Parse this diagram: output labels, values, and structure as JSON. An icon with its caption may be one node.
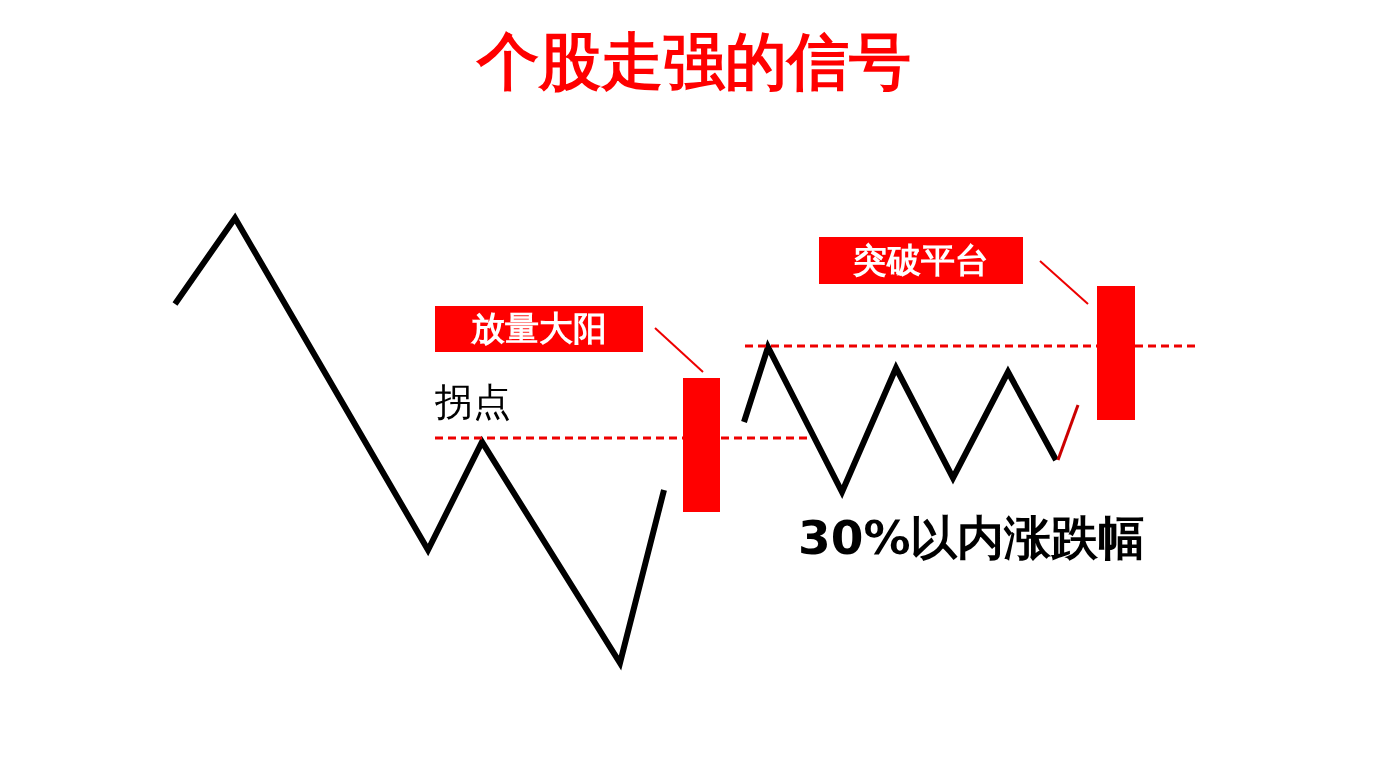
{
  "diagram": {
    "title": "个股走强的信号",
    "nodes": [
      {
        "text": [
          "放量大阳"
        ]
      },
      {
        "text": [],
        "shape": "bar"
      },
      {
        "text": [
          "突破平台"
        ]
      },
      {
        "text": [],
        "shape": "bar"
      }
    ],
    "edges": [
      {
        "from": 0,
        "to": 1,
        "arrow": "none"
      },
      {
        "from": 2,
        "to": 3,
        "arrow": "none"
      }
    ],
    "labels": [
      "拐点",
      "30%以内涨跌幅"
    ]
  }
}
